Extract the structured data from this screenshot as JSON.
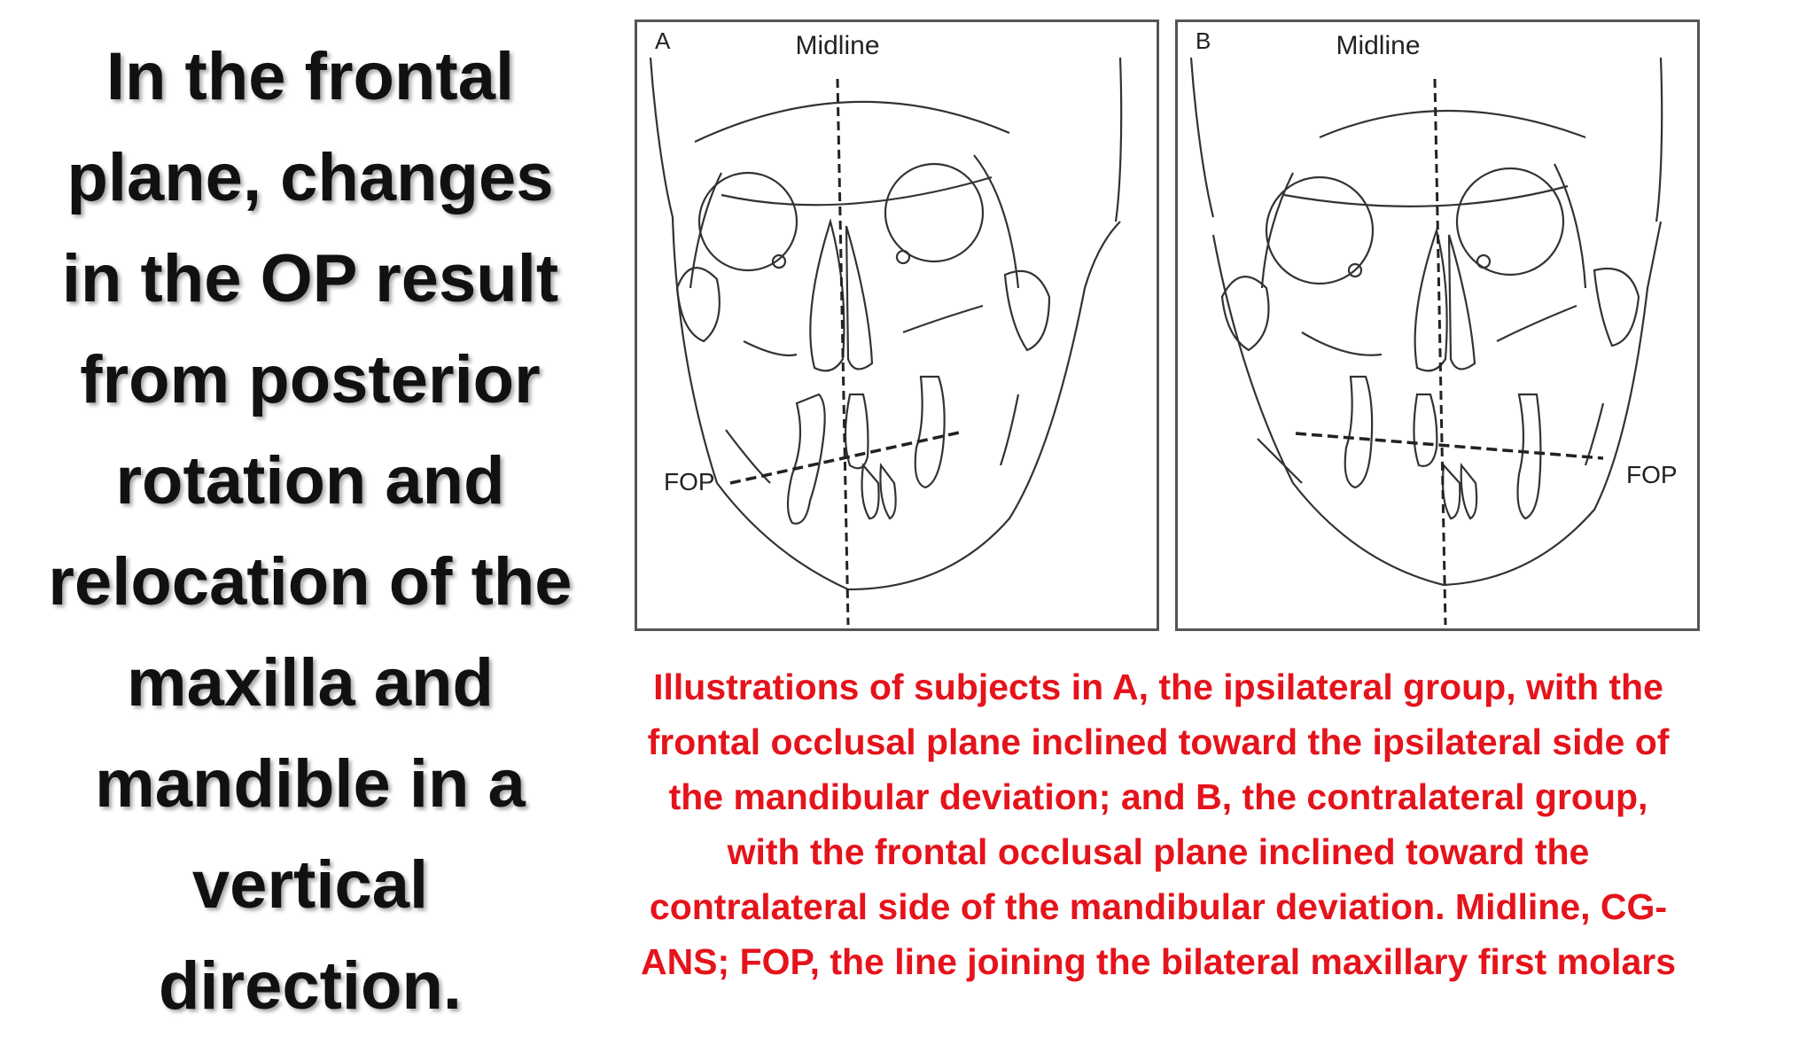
{
  "slide": {
    "left_text_lines": [
      "In the frontal",
      "plane, changes",
      "in the OP result",
      "from posterior",
      "rotation and",
      "relocation of the",
      "maxilla and",
      "mandible in a",
      "vertical",
      "direction."
    ],
    "caption_lines": [
      "Illustrations of subjects in A, the ipsilateral group, with the",
      "frontal occlusal plane inclined toward the ipsilateral side of",
      "the mandibular deviation; and B, the contralateral group,",
      "with the frontal occlusal plane inclined toward the",
      "contralateral side of the mandibular deviation. Midline, CG-",
      "ANS; FOP, the line joining the bilateral maxillary first molars"
    ],
    "caption_color": "#e5131b"
  },
  "figure": {
    "panel_a": {
      "letter": "A",
      "midline_label": "Midline",
      "fop_label": "FOP"
    },
    "panel_b": {
      "letter": "B",
      "midline_label": "Midline",
      "fop_label": "FOP"
    }
  }
}
